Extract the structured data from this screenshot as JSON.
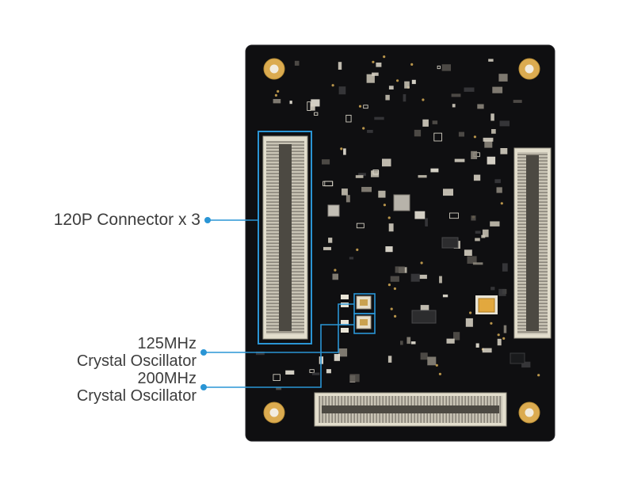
{
  "figure": {
    "type": "annotated-pcb-photo",
    "description": "black system-on-module circuit board with three board-to-board connectors and two crystal oscillators highlighted"
  },
  "annotations": {
    "connector_label": "120P Connector x 3",
    "osc125_line1": "125MHz",
    "osc125_line2": "Crystal Oscillator",
    "osc200_line1": "200MHz",
    "osc200_line2": "Crystal Oscillator"
  },
  "colors": {
    "accent_blue": "#2a95d5",
    "board_black": "#0f0f11",
    "pad_gold": "#dbab50",
    "background": "#ffffff",
    "label_text": "#3d3d3d"
  }
}
